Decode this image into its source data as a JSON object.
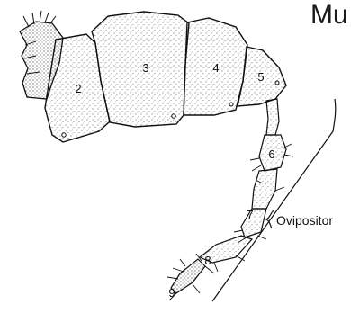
{
  "title": "Mu",
  "segments": [
    {
      "label": "2"
    },
    {
      "label": "3"
    },
    {
      "label": "4"
    },
    {
      "label": "5"
    },
    {
      "label": "6"
    },
    {
      "label": "7"
    },
    {
      "label": "8"
    },
    {
      "label": "9"
    }
  ],
  "ovipositor_label": "Ovipositor"
}
